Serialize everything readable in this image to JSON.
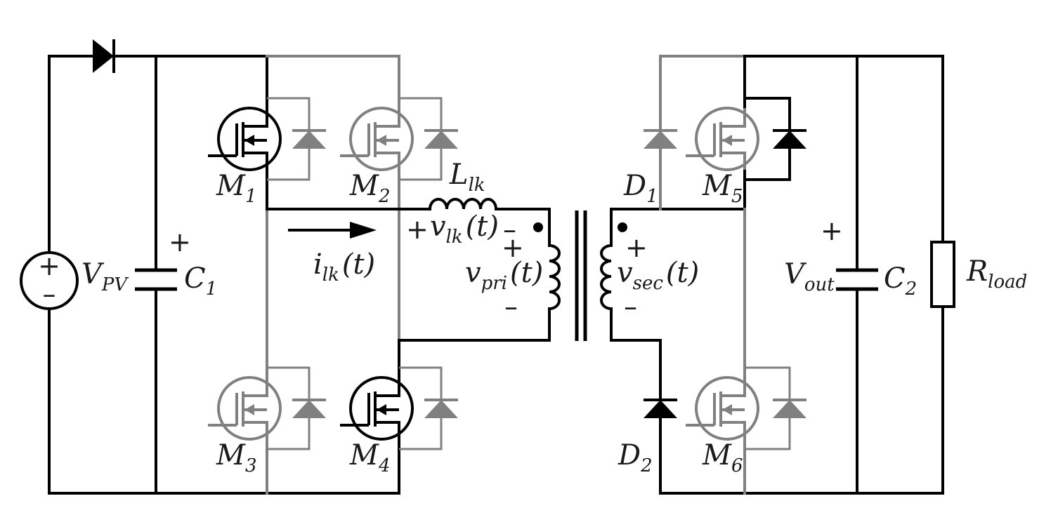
{
  "labels": {
    "vpv": {
      "main": "V",
      "sub": "PV"
    },
    "c1": {
      "main": "C",
      "sub": "1"
    },
    "c1_plus": "+",
    "m1": {
      "main": "M",
      "sub": "1"
    },
    "m2": {
      "main": "M",
      "sub": "2"
    },
    "m3": {
      "main": "M",
      "sub": "3"
    },
    "m4": {
      "main": "M",
      "sub": "4"
    },
    "m5": {
      "main": "M",
      "sub": "5"
    },
    "m6": {
      "main": "M",
      "sub": "6"
    },
    "d1": {
      "main": "D",
      "sub": "1"
    },
    "d2": {
      "main": "D",
      "sub": "2"
    },
    "llk": {
      "main": "L",
      "sub": "lk"
    },
    "ilk": {
      "main": "i",
      "sub": "lk",
      "arg": "(t)"
    },
    "vlk": {
      "main": "v",
      "sub": "lk",
      "arg": "(t)",
      "plus": "+",
      "minus": "–"
    },
    "vpri": {
      "main": "v",
      "sub": "pri",
      "arg": "(t)",
      "plus": "+",
      "minus": "–"
    },
    "vsec": {
      "main": "v",
      "sub": "sec",
      "arg": "(t)",
      "plus": "+",
      "minus": "–"
    },
    "vout": {
      "main": "V",
      "sub": "out"
    },
    "c2": {
      "main": "C",
      "sub": "2"
    },
    "c2_plus": "+",
    "rload": {
      "main": "R",
      "sub": "load"
    },
    "source_plus": "+",
    "source_minus": "–"
  },
  "colors": {
    "active": "#000000",
    "inactive": "#808080"
  }
}
